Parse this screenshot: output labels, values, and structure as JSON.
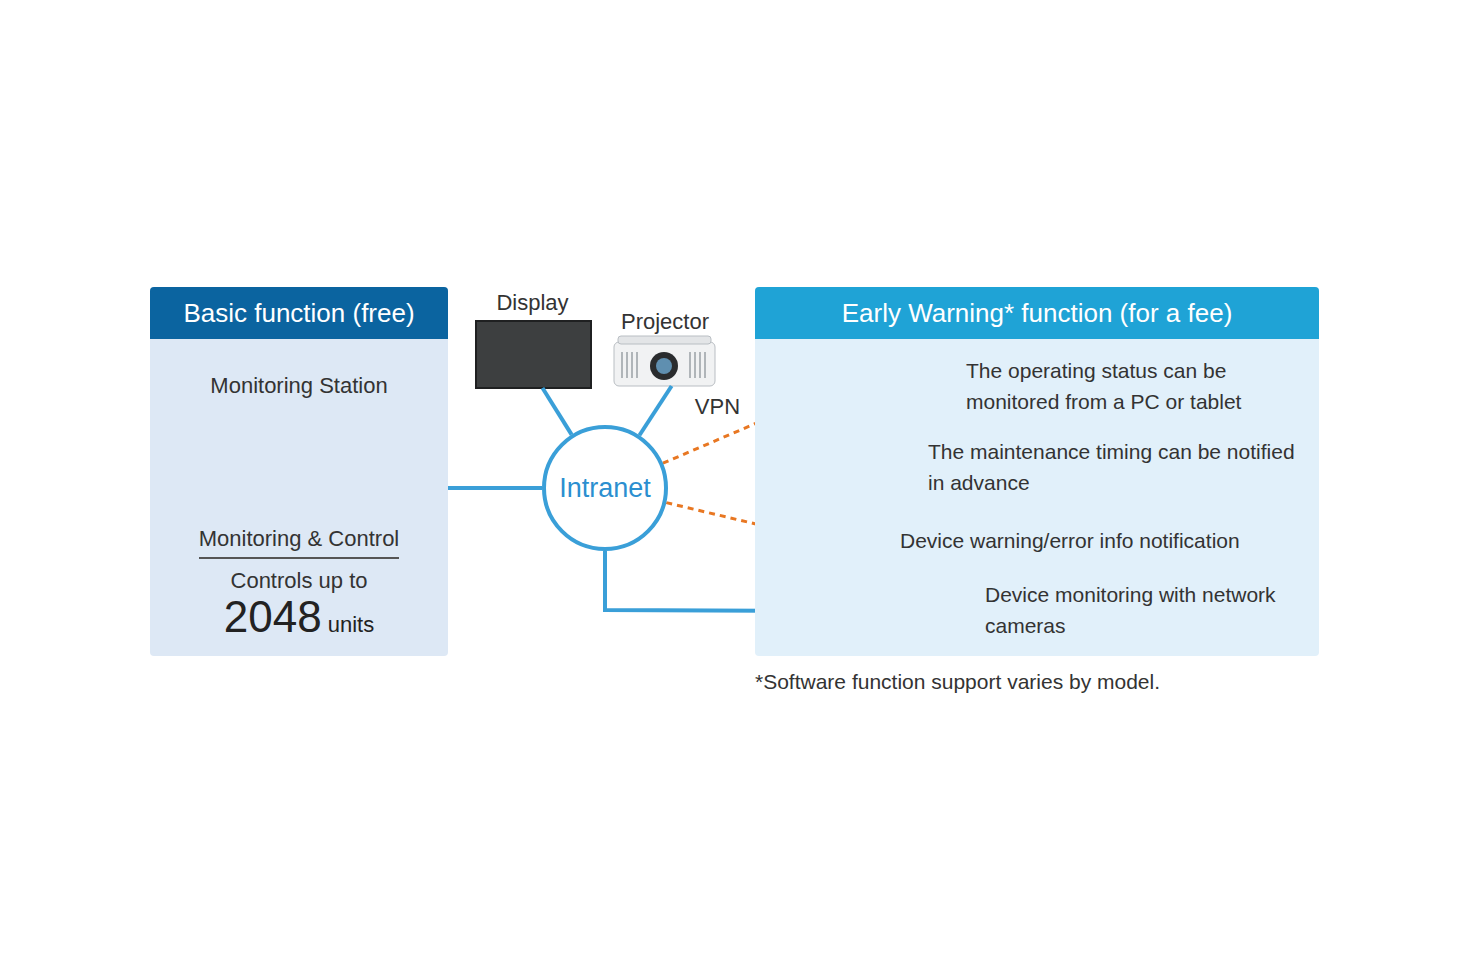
{
  "diagram": {
    "nodes": [
      {
        "text": [
          "Basic function (free)",
          "Monitoring Station",
          "Monitoring & Control",
          "Controls up to",
          "2048",
          "units"
        ]
      },
      {
        "text": [
          "Display"
        ]
      },
      {
        "text": [
          "Projector"
        ]
      },
      {
        "text": [
          "Intranet"
        ]
      },
      {
        "text": [
          "Early Warning* function (for a fee)"
        ]
      },
      {
        "text": [
          "The operating status can be monitored from a PC or tablet"
        ],
        "in": 4
      },
      {
        "text": [
          "The maintenance timing can be notified in advance"
        ],
        "in": 4
      },
      {
        "text": [
          "Device warning/error info notification"
        ],
        "in": 4
      },
      {
        "text": [
          "Device monitoring with network cameras"
        ],
        "in": 4
      }
    ],
    "edges": [
      {
        "from": 0,
        "to": 3,
        "arrow": "none"
      },
      {
        "from": 1,
        "to": 3,
        "arrow": "none"
      },
      {
        "from": 2,
        "to": 3,
        "arrow": "none"
      },
      {
        "from": 3,
        "to": 5,
        "label": "VPN",
        "arrow": "to"
      },
      {
        "from": 3,
        "to": 7,
        "arrow": "to"
      },
      {
        "from": 3,
        "to": 8,
        "arrow": "none"
      }
    ],
    "labels": [
      "*Software function support varies by model."
    ]
  }
}
